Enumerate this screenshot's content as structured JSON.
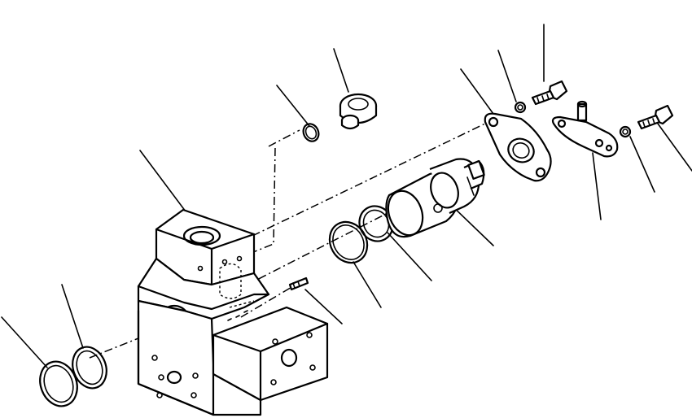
{
  "diagram": {
    "parts": [
      {
        "id": "valve-body"
      },
      {
        "id": "o-ring-outer-left"
      },
      {
        "id": "o-ring-inner-left"
      },
      {
        "id": "small-o-ring"
      },
      {
        "id": "plug"
      },
      {
        "id": "pin"
      },
      {
        "id": "o-ring-large"
      },
      {
        "id": "o-ring-medium"
      },
      {
        "id": "solenoid-cartridge"
      },
      {
        "id": "flange-plate"
      },
      {
        "id": "washer-top"
      },
      {
        "id": "bolt-top"
      },
      {
        "id": "bracket"
      },
      {
        "id": "washer-right"
      },
      {
        "id": "bolt-right"
      }
    ],
    "leader_count": 15
  }
}
